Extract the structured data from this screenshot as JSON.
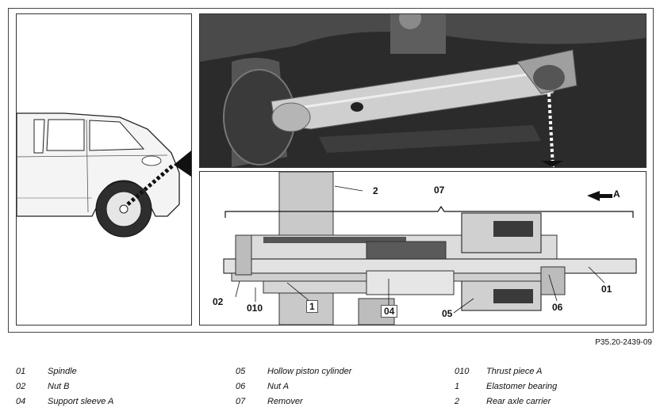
{
  "figure_ref": "P35.20-2439-09",
  "callouts": {
    "c2": "2",
    "c07": "07",
    "arrowA": "A",
    "c02": "02",
    "c010": "010",
    "c1": "1",
    "c04": "04",
    "c05": "05",
    "c06": "06",
    "c01": "01"
  },
  "legend": [
    {
      "code": "01",
      "label": "Spindle"
    },
    {
      "code": "02",
      "label": "Nut B"
    },
    {
      "code": "04",
      "label": "Support sleeve A"
    },
    {
      "code": "05",
      "label": "Hollow piston cylinder"
    },
    {
      "code": "06",
      "label": "Nut A"
    },
    {
      "code": "07",
      "label": "Remover"
    },
    {
      "code": "010",
      "label": "Thrust piece A"
    },
    {
      "code": "1",
      "label": "Elastomer bearing"
    },
    {
      "code": "2",
      "label": "Rear axle carrier"
    }
  ],
  "colors": {
    "frame": "#333333",
    "photo_dark": "#2a2a2a",
    "part_light": "#d9d9d9",
    "part_mid": "#9a9a9a",
    "part_dark": "#3c3c3c"
  }
}
